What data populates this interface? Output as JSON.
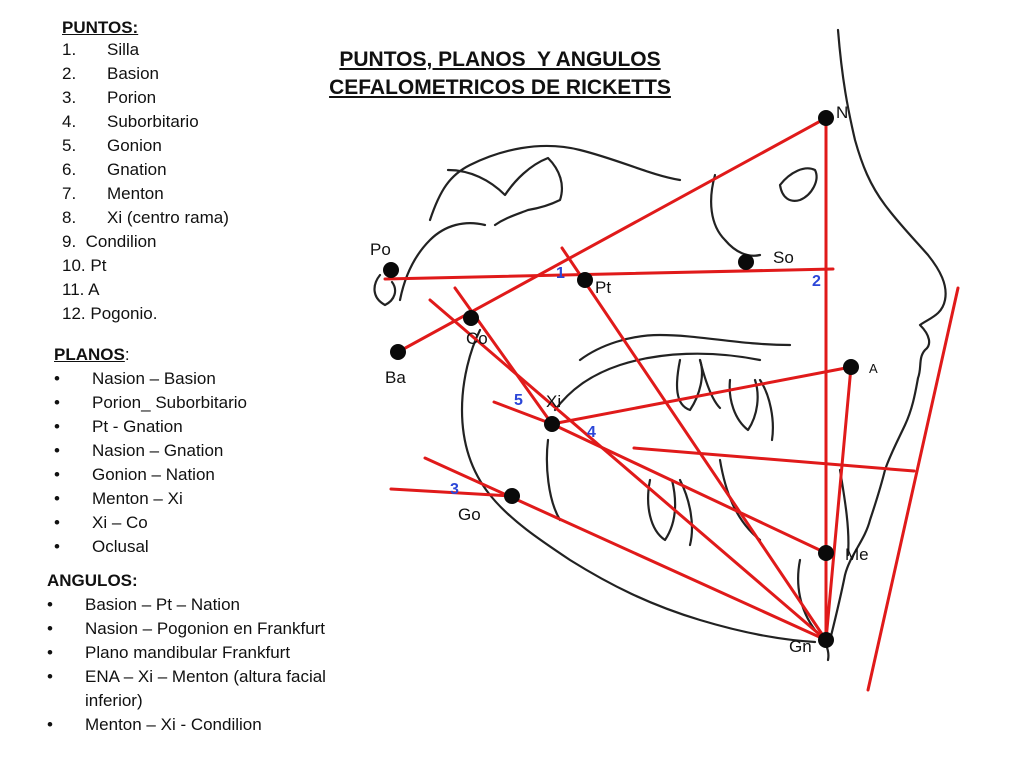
{
  "title": {
    "line1": "PUNTOS, PLANOS  Y ANGULOS",
    "line2": "CEFALOMETRICOS DE RICKETTS"
  },
  "puntos": {
    "header": "PUNTOS:",
    "items": [
      {
        "n": "1.",
        "t": "Silla"
      },
      {
        "n": "2.",
        "t": "Basion"
      },
      {
        "n": "3.",
        "t": "Porion"
      },
      {
        "n": "4.",
        "t": "Suborbitario"
      },
      {
        "n": "5.",
        "t": "Gonion"
      },
      {
        "n": "6.",
        "t": "Gnation"
      },
      {
        "n": "7.",
        "t": "Menton"
      },
      {
        "n": "8.",
        "t": "Xi (centro rama)"
      }
    ],
    "items2": [
      "9.  Condilion",
      "10. Pt",
      "11. A",
      "12. Pogonio."
    ]
  },
  "planos": {
    "header": "PLANOS",
    "colon": ":",
    "items": [
      "Nasion – Basion",
      "Porion_ Suborbitario",
      "Pt - Gnation",
      "Nasion – Gnation",
      "Gonion – Nation",
      "Menton – Xi",
      "Xi – Co",
      "Oclusal"
    ]
  },
  "angulos": {
    "header": "ANGULOS:",
    "items": [
      "Basion – Pt – Nation",
      "Nasion – Pogonion en Frankfurt",
      "Plano mandibular Frankfurt",
      "ENA – Xi – Menton (altura facial",
      "inferior)",
      "Menton – Xi - Condilion"
    ]
  },
  "bullet": "•",
  "diagram": {
    "points": {
      "N": "N",
      "So": "So",
      "Po": "Po",
      "Pt": "Pt",
      "Co": "Co",
      "Ba": "Ba",
      "A": "A",
      "Xi": "Xi",
      "Go": "Go",
      "Me": "Me",
      "Gn": "Gn"
    },
    "numbers": [
      "1",
      "2",
      "3",
      "4",
      "5"
    ],
    "colors": {
      "line": "#e01a1a",
      "outline": "#222222",
      "dot": "#0a0a0a",
      "number": "#2b46d8"
    }
  }
}
